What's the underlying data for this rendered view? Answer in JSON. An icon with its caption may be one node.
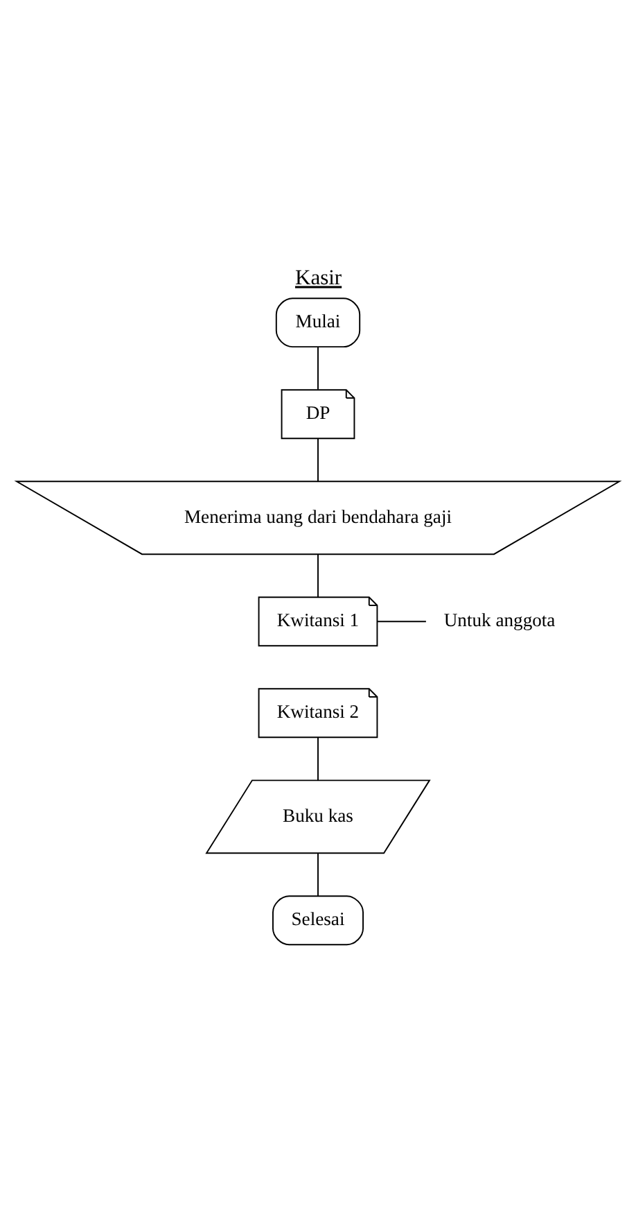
{
  "diagram": {
    "title": "Kasir",
    "nodes": [
      {
        "text": [
          "Mulai"
        ]
      },
      {
        "text": [
          "DP"
        ]
      },
      {
        "text": [
          "Menerima uang dari bendahara gaji"
        ]
      },
      {
        "text": [
          "Kwitansi 1"
        ]
      },
      {
        "text": [
          "Kwitansi 2"
        ]
      },
      {
        "text": [
          "Buku kas"
        ]
      },
      {
        "text": [
          "Selesai"
        ]
      },
      {
        "text": [
          "Untuk anggota"
        ]
      }
    ],
    "edges": [
      {
        "from": 0,
        "to": 1,
        "arrow": "none"
      },
      {
        "from": 1,
        "to": 2,
        "arrow": "none"
      },
      {
        "from": 2,
        "to": 3,
        "arrow": "none"
      },
      {
        "from": 3,
        "to": 7,
        "arrow": "none"
      },
      {
        "from": 4,
        "to": 5,
        "arrow": "none"
      },
      {
        "from": 5,
        "to": 6,
        "arrow": "none"
      }
    ]
  }
}
